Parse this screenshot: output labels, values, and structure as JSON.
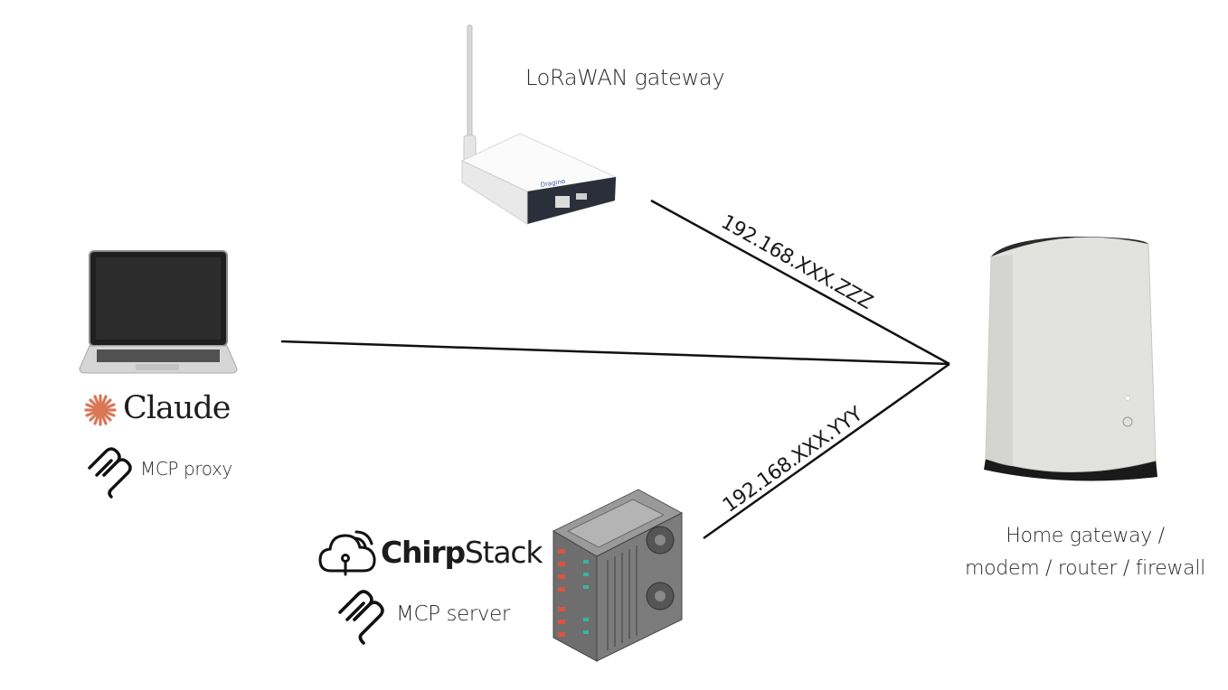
{
  "devices": {
    "lorawan_gateway": {
      "label": "LoRaWAN gateway",
      "icon": "lorawan-gateway-icon"
    },
    "laptop": {
      "icon": "laptop-icon"
    },
    "home_gateway": {
      "label_line1": "Home gateway /",
      "label_line2": "modem / router / firewall",
      "icon": "home-gateway-icon"
    },
    "server": {
      "icon": "server-icon"
    }
  },
  "laptop_software": {
    "claude": {
      "label": "Claude",
      "icon": "claude-logo-icon",
      "color": "#d97757"
    },
    "mcp_proxy": {
      "label": "MCP proxy",
      "icon": "mcp-logo-icon"
    }
  },
  "server_software": {
    "chirpstack": {
      "label_bold": "Chirp",
      "label_rest": "Stack",
      "icon": "chirpstack-cloud-icon"
    },
    "mcp_server": {
      "label": "MCP server",
      "icon": "mcp-logo-icon"
    }
  },
  "connections": {
    "lorawan_link": {
      "label": "192.168.XXX.ZZZ"
    },
    "laptop_link": {
      "label": ""
    },
    "server_link": {
      "label": "192.168.XXX.YYY"
    }
  }
}
